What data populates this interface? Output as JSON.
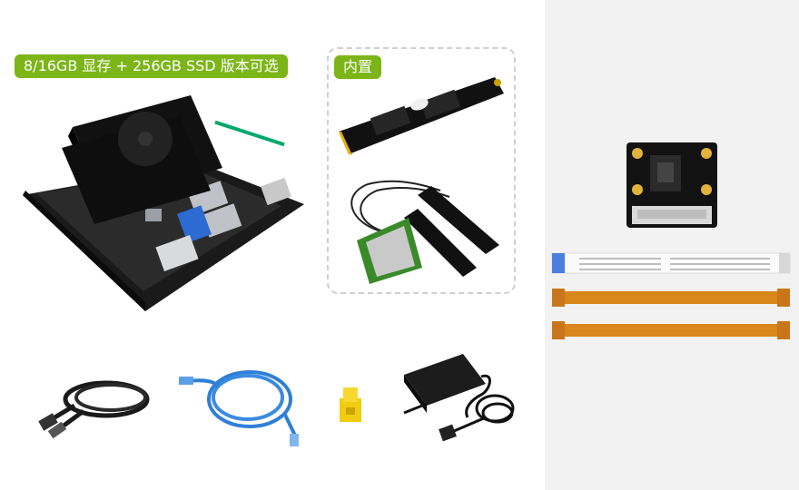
{
  "badges": {
    "storage": "8/16GB 显存 + 256GB SSD 版本可选",
    "builtin": "内置"
  },
  "colors": {
    "badge_green": "#7cb518",
    "right_panel_bg": "#f2f2f2",
    "dashed_border": "#cfcfcf"
  },
  "icons": [
    "dev-board-with-fan",
    "m2-ssd",
    "wifi-card-with-antennas",
    "usb-cable",
    "ethernet-cable",
    "jumper-cap",
    "power-adapter",
    "camera-module",
    "fpc-ribbon-cable",
    "flex-cable"
  ]
}
